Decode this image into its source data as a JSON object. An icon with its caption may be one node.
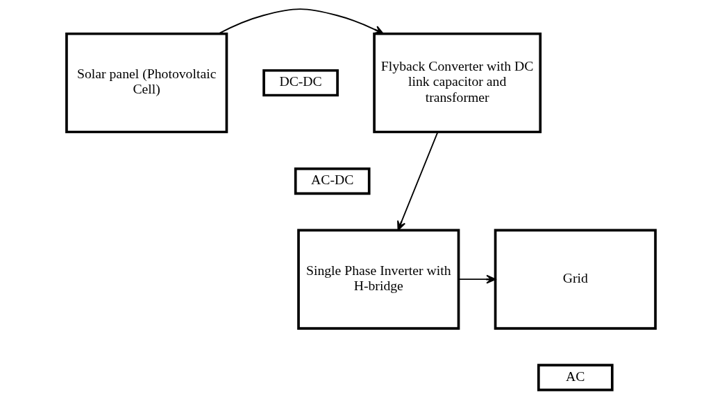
{
  "diagram": {
    "nodes": [
      {
        "text": [
          "Solar panel (Photovoltaic Cell)"
        ]
      },
      {
        "text": [
          "DC-DC"
        ]
      },
      {
        "text": [
          "Flyback Converter with DC link capacitor and transformer"
        ]
      },
      {
        "text": [
          "AC-DC"
        ]
      },
      {
        "text": [
          "Grid"
        ]
      },
      {
        "text": [
          "Single Phase Inverter with H-bridge"
        ]
      },
      {
        "text": [
          "AC"
        ]
      }
    ],
    "edges": [
      {
        "from": 0,
        "to": 2,
        "arrow": "to"
      },
      {
        "from": 2,
        "to": 5,
        "arrow": "to"
      },
      {
        "from": 5,
        "to": 4,
        "arrow": "to"
      }
    ]
  }
}
